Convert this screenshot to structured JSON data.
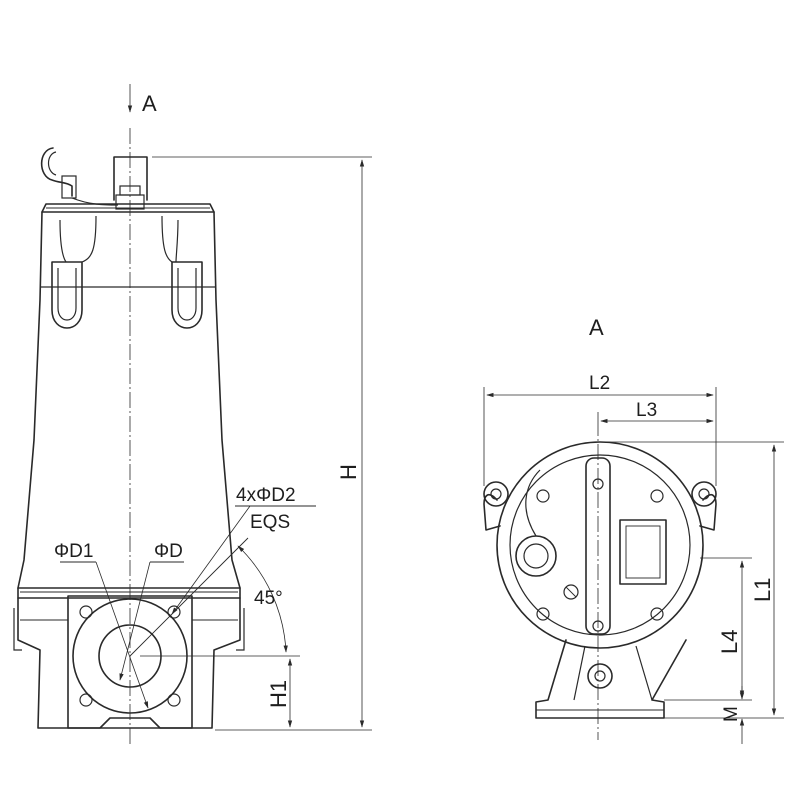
{
  "front_view": {
    "view_arrow_label": "A",
    "labels": {
      "height": "H",
      "bolt_holes": "4xΦD2",
      "flange_standard": "EQS",
      "diameter_d1": "ΦD1",
      "diameter_d": "ΦD",
      "angle": "45°",
      "h1": "H1"
    }
  },
  "end_view": {
    "title": "A",
    "labels": {
      "l2": "L2",
      "l3": "L3",
      "l1": "L1",
      "l4": "L4",
      "m": "M"
    }
  }
}
